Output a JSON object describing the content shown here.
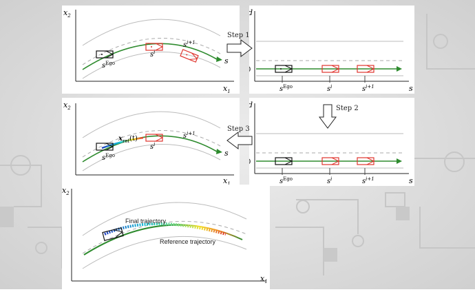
{
  "axes": {
    "x1": "x",
    "x1_sub": "1",
    "x2": "x",
    "x2_sub": "2",
    "d": "d",
    "s": "s",
    "zero": "0"
  },
  "labels": {
    "s_ego_base": "s",
    "s_ego_sup": "Ego",
    "s_i_base": "s",
    "s_i_sup": "i",
    "s_i1_base": "s",
    "s_i1_sup": "i+1",
    "s_path": "s",
    "x_ref_base": "x",
    "x_ref_sub": "ref",
    "x_ref_arg": "(t)"
  },
  "steps": {
    "step1": "Step 1",
    "step2": "Step 2",
    "step3": "Step 3"
  },
  "trajectories": {
    "final": "Final trajectory",
    "reference": "Reference trajectory"
  },
  "colors": {
    "ego": "#111111",
    "obstacle": "#e0342d",
    "reference": "#2e8b2e",
    "road_edge": "#b8b8b8",
    "lane_dash": "#b0b0b0",
    "background": "#dcdcdc"
  }
}
